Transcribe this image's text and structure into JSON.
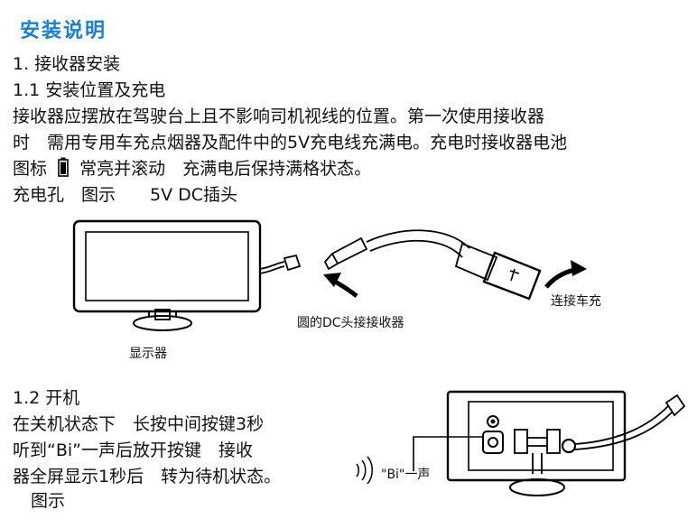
{
  "title": "安装说明",
  "section1": {
    "heading": "1. 接收器安装",
    "sub": "1.1 安装位置及充电",
    "p1": "接收器应摆放在驾驶台上且不影响司机视线的位置。第一次使用接收器",
    "p2": "时　需用专用车充点烟器及配件中的5V充电线充满电。充电时接收器电池",
    "p3_a": "图标",
    "p3_b": "常亮并滚动　充满电后保持满格状态。",
    "p4": "充电孔　图示　　5V DC插头",
    "fig_display": "显示器",
    "fig_dc": "圆的DC头接接收器",
    "fig_car": "连接车充"
  },
  "section2": {
    "sub": "1.2 开机",
    "l1": "在关机状态下　长按中间按键3秒",
    "l2": "听到“Bi”一声后放开按键　接收",
    "l3": "器全屏显示1秒后　转为待机状态。",
    "l4": "图示",
    "fig_bi": "\"Bi\"一声"
  },
  "colors": {
    "title": "#1a7fd6",
    "text": "#111111",
    "line": "#000000"
  },
  "icons": [
    "battery-icon",
    "usb-icon",
    "sound-wave-icon",
    "arrow-icon"
  ]
}
